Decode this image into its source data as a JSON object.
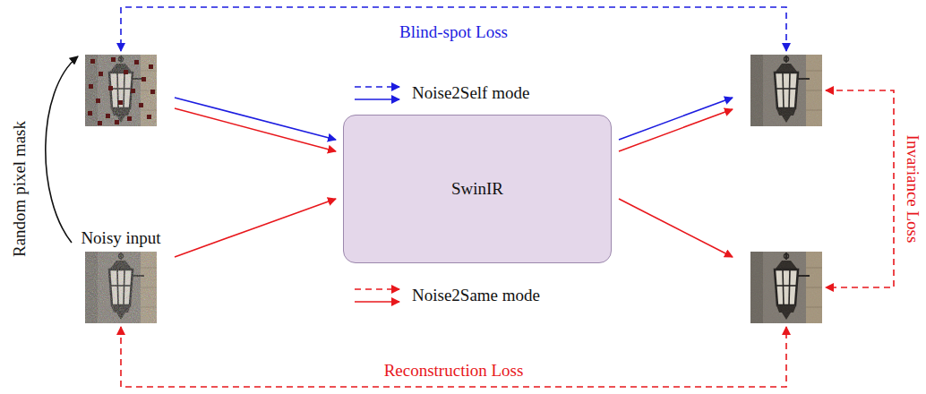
{
  "diagram": {
    "nodes": [
      {
        "text": []
      },
      {
        "text": [
          "Noisy input"
        ]
      },
      {
        "text": [
          "SwinIR"
        ]
      },
      {
        "text": []
      },
      {
        "text": []
      }
    ],
    "edges": [
      {
        "from": 0,
        "to": 2,
        "arrow": "to"
      },
      {
        "from": 0,
        "to": 2,
        "arrow": "to"
      },
      {
        "from": 1,
        "to": 2,
        "arrow": "to"
      },
      {
        "from": 2,
        "to": 3,
        "arrow": "to"
      },
      {
        "from": 2,
        "to": 3,
        "arrow": "to"
      },
      {
        "from": 2,
        "to": 4,
        "arrow": "to"
      },
      {
        "from": 3,
        "to": 0,
        "label": "Blind-spot Loss",
        "arrow": "both"
      },
      {
        "from": 1,
        "to": 4,
        "label": "Reconstruction Loss",
        "arrow": "both"
      },
      {
        "from": 3,
        "to": 4,
        "label": "Invariance Loss",
        "arrow": "both"
      },
      {
        "from": 1,
        "to": 0,
        "label": "Random pixel mask",
        "arrow": "to"
      }
    ],
    "legend": [
      {
        "text": "Noise2Self mode"
      },
      {
        "text": "Noise2Same mode"
      }
    ]
  }
}
